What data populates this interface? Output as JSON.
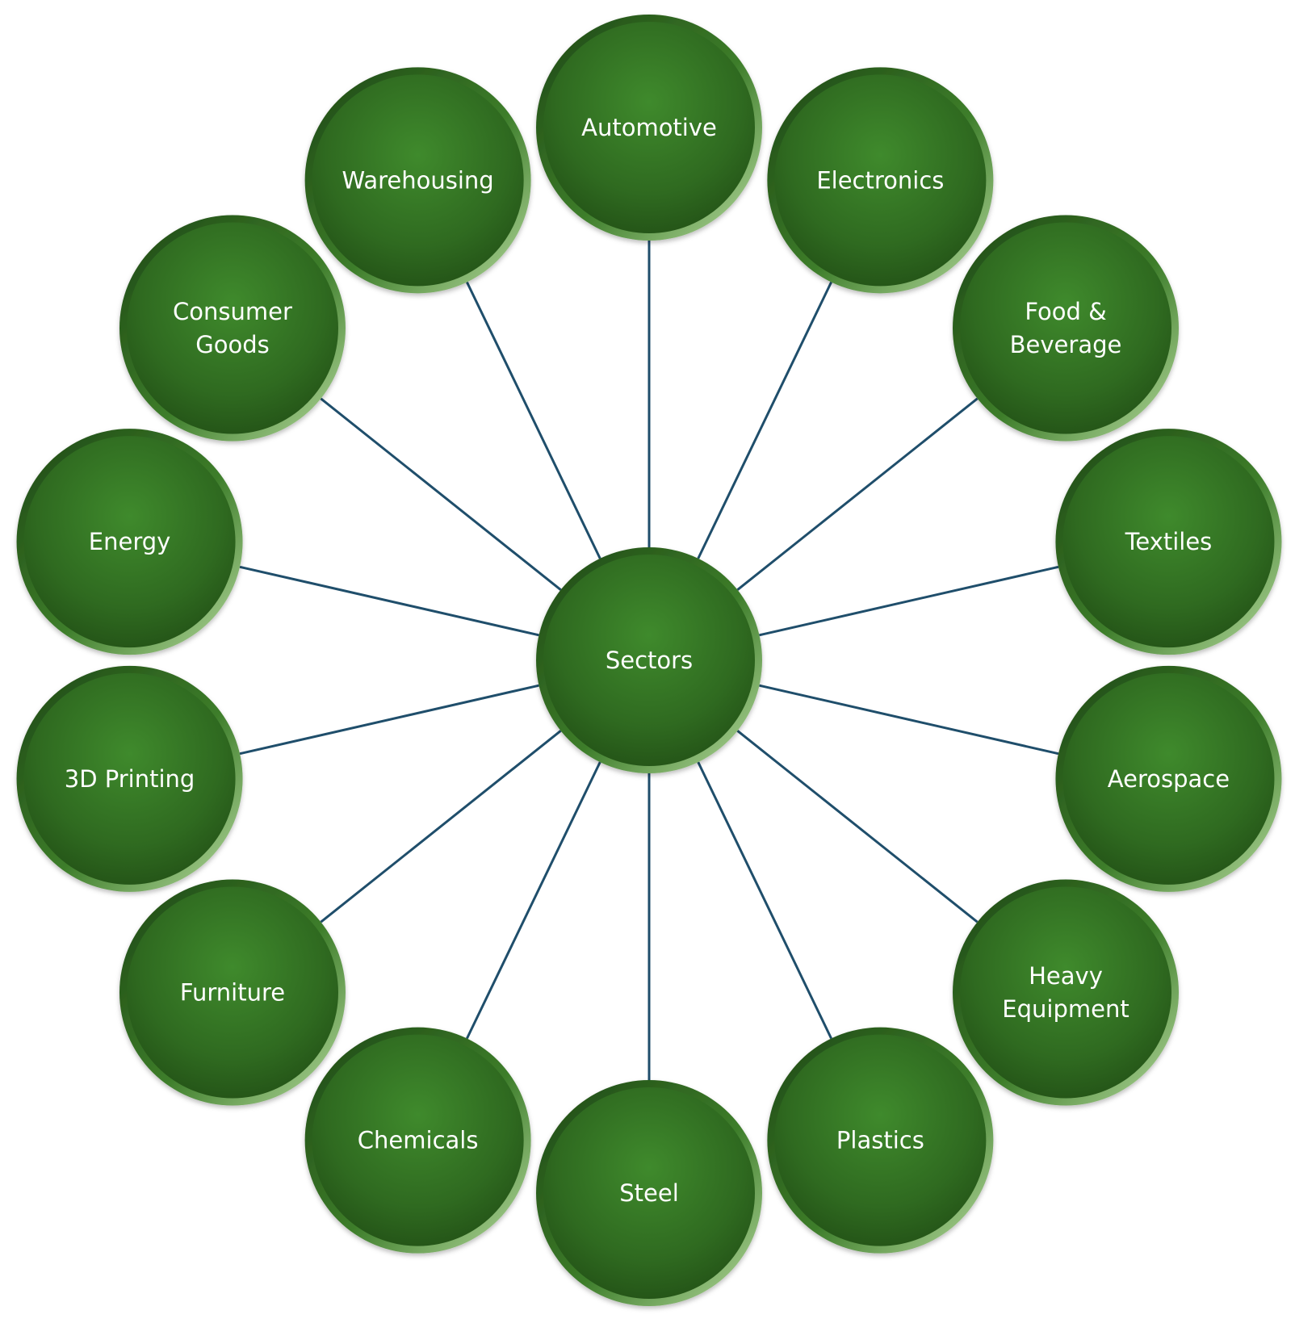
{
  "diagram": {
    "center": {
      "label": "Sectors"
    },
    "nodes": [
      {
        "id": "automotive",
        "lines": [
          "Automotive"
        ]
      },
      {
        "id": "electronics",
        "lines": [
          "Electronics"
        ]
      },
      {
        "id": "food-beverage",
        "lines": [
          "Food &",
          "Beverage"
        ]
      },
      {
        "id": "textiles",
        "lines": [
          "Textiles"
        ]
      },
      {
        "id": "aerospace",
        "lines": [
          "Aerospace"
        ]
      },
      {
        "id": "heavy-equipment",
        "lines": [
          "Heavy",
          "Equipment"
        ]
      },
      {
        "id": "plastics",
        "lines": [
          "Plastics"
        ]
      },
      {
        "id": "steel",
        "lines": [
          "Steel"
        ]
      },
      {
        "id": "chemicals",
        "lines": [
          "Chemicals"
        ]
      },
      {
        "id": "furniture",
        "lines": [
          "Furniture"
        ]
      },
      {
        "id": "3d-printing",
        "lines": [
          "3D Printing"
        ]
      },
      {
        "id": "energy",
        "lines": [
          "Energy"
        ]
      },
      {
        "id": "consumer-goods",
        "lines": [
          "Consumer",
          "Goods"
        ]
      },
      {
        "id": "warehousing",
        "lines": [
          "Warehousing"
        ]
      }
    ],
    "colors": {
      "node_dark": "#2a5e1c",
      "node_mid": "#3a7a26",
      "node_light": "#5c9e44",
      "connector": "#1f4e6b",
      "text": "#ffffff"
    }
  }
}
